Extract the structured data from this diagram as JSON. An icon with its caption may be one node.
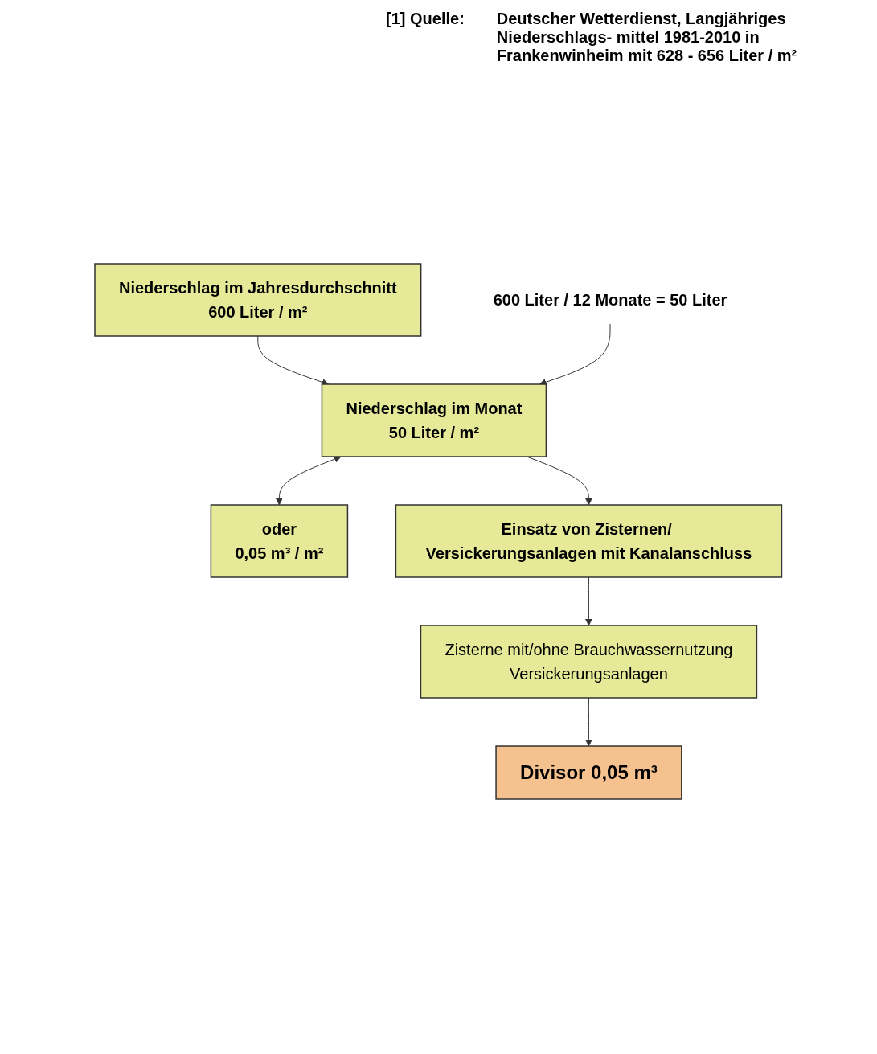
{
  "diagram": {
    "nodes": [
      {
        "text": [
          "Niederschlag im Jahresdurchschnitt",
          "600 Liter / m²"
        ]
      },
      {
        "text": [
          "600 Liter / 12 Monate = 50 Liter"
        ]
      },
      {
        "text": [
          "Niederschlag im Monat",
          "50 Liter / m²"
        ]
      },
      {
        "text": [
          "oder",
          "0,05 m³ / m²"
        ]
      },
      {
        "text": [
          "Einsatz von Zisternen/ Versickerungsanlagen mit Kanalanschluss"
        ]
      },
      {
        "text": [
          "Zisterne mit/ohne Brauchwassernutzung",
          "Versickerungsanlagen"
        ]
      },
      {
        "text": [
          "Divisor 0,05 m³"
        ]
      }
    ],
    "edges": [
      {
        "from": 0,
        "to": 2,
        "arrow": "to"
      },
      {
        "from": 1,
        "to": 2,
        "arrow": "to"
      },
      {
        "from": 2,
        "to": 3,
        "arrow": "both"
      },
      {
        "from": 2,
        "to": 4,
        "arrow": "to"
      },
      {
        "from": 4,
        "to": 5,
        "arrow": "to"
      },
      {
        "from": 5,
        "to": 6,
        "arrow": "to"
      }
    ],
    "labels": [
      "[1] Quelle:",
      "Deutscher Wetterdienst, Langjähriges Niederschlags- mittel 1981-2010 in Frankenwinheim mit 628 - 656 Liter / m²"
    ]
  }
}
